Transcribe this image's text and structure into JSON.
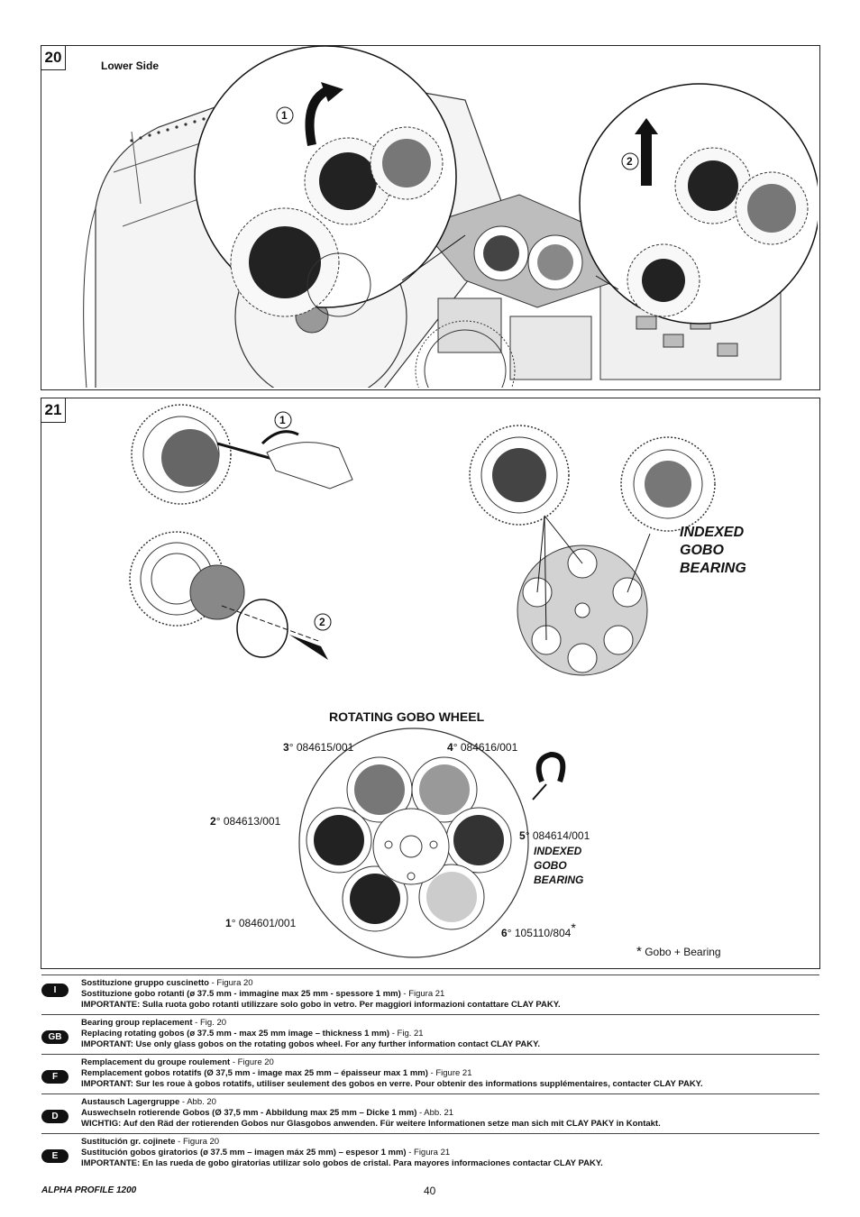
{
  "fig20": {
    "number": "20",
    "lower_side": "Lower Side",
    "step1": "1",
    "step2": "2"
  },
  "fig21": {
    "number": "21",
    "step1": "1",
    "step2": "2",
    "indexed_upper": [
      "INDEXED",
      "GOBO",
      "BEARING"
    ],
    "wheel_title": "ROTATING GOBO WHEEL",
    "gobos": [
      {
        "pos": "3",
        "code": "084615/001"
      },
      {
        "pos": "4",
        "code": "084616/001"
      },
      {
        "pos": "2",
        "code": "084613/001"
      },
      {
        "pos": "5",
        "code": "084614/001"
      },
      {
        "pos": "1",
        "code": "084601/001"
      },
      {
        "pos": "6",
        "code": "105110/804"
      }
    ],
    "degree": "°",
    "asterisk": "*",
    "indexed_lower": [
      "INDEXED",
      "GOBO",
      "BEARING"
    ],
    "footnote": "Gobo + Bearing"
  },
  "languages": [
    {
      "code": "I",
      "l1_bold": "Sostituzione gruppo cuscinetto",
      "l1_ref": " - Figura 20",
      "l2_bold": "Sostituzione gobo rotanti (ø 37.5 mm - immagine max 25 mm - spessore 1 mm)",
      "l2_ref": " - Figura 21",
      "l3_bold": "IMPORTANTE: Sulla ruota gobo rotanti utilizzare solo gobo in vetro. Per maggiori informazioni contattare CLAY PAKY."
    },
    {
      "code": "GB",
      "l1_bold": "Bearing group replacement",
      "l1_ref": " - Fig. 20",
      "l2_bold": "Replacing rotating gobos (ø 37.5 mm - max 25 mm image – thickness 1 mm)",
      "l2_ref": " - Fig. 21",
      "l3_bold": "IMPORTANT: Use only glass gobos on the rotating gobos wheel. For any further information contact CLAY PAKY."
    },
    {
      "code": "F",
      "l1_bold": "Remplacement du groupe roulement",
      "l1_ref": " - Figure 20",
      "l2_bold": "Remplacement gobos rotatifs (Ø 37,5 mm - image max 25 mm – épaisseur max 1 mm)",
      "l2_ref": " - Figure 21",
      "l3_bold": "IMPORTANT: Sur les roue à gobos rotatifs, utiliser seulement des gobos en verre. Pour obtenir des informations supplémentaires, contacter CLAY PAKY."
    },
    {
      "code": "D",
      "l1_bold": "Austausch Lagergruppe",
      "l1_ref": " - Abb. 20",
      "l2_bold": "Auswechseln rotierende Gobos (Ø 37,5 mm - Abbildung max 25 mm – Dicke 1 mm)",
      "l2_ref": " - Abb. 21",
      "l3_bold": "WICHTIG: Auf den Räd der rotierenden Gobos nur Glasgobos anwenden. Für weitere Informationen setze man sich mit CLAY PAKY in Kontakt."
    },
    {
      "code": "E",
      "l1_bold": "Sustitución gr. cojinete",
      "l1_ref": " - Figura 20",
      "l2_bold": "Sustitución gobos giratorios (ø 37.5 mm – imagen máx 25 mm) – espesor 1 mm)",
      "l2_ref": " - Figura 21",
      "l3_bold": "IMPORTANTE: En las rueda de gobo giratorias utilizar solo gobos de cristal. Para mayores informaciones contactar CLAY PAKY."
    }
  ],
  "footer": {
    "product": "ALPHA PROFILE 1200",
    "page": "40"
  }
}
